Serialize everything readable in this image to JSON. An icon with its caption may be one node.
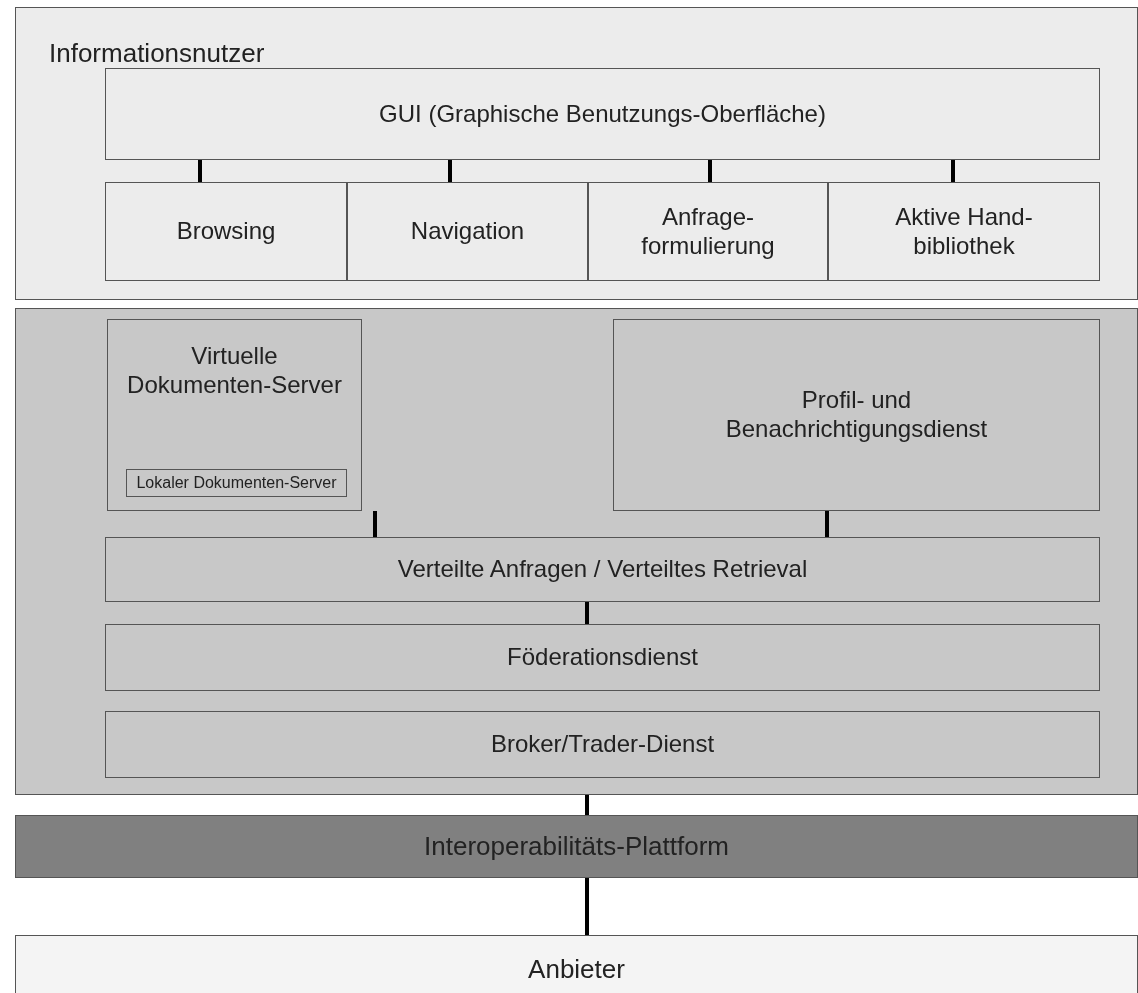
{
  "diagram": {
    "nodes": [
      {
        "text": [
          "Informationsnutzer"
        ]
      },
      {
        "text": [
          "GUI (Graphische Benutzungs-Oberfläche)"
        ],
        "in": 0
      },
      {
        "text": [
          "Browsing"
        ],
        "in": 0
      },
      {
        "text": [
          "Navigation"
        ],
        "in": 0
      },
      {
        "text": [
          "Anfrage- formulierung"
        ],
        "in": 0
      },
      {
        "text": [
          "Aktive Hand- bibliothek"
        ],
        "in": 0
      },
      {
        "text": [],
        "shape": "box"
      },
      {
        "text": [
          "Virtuelle Dokumenten-Server"
        ],
        "in": 6
      },
      {
        "text": [
          "Lokaler Dokumenten-Server"
        ],
        "in": 7
      },
      {
        "text": [
          "Profil- und Benachrichtigungsdienst"
        ],
        "in": 6
      },
      {
        "text": [
          "Verteilte Anfragen / Verteiltes Retrieval"
        ],
        "in": 6
      },
      {
        "text": [
          "Föderationsdienst"
        ],
        "in": 6
      },
      {
        "text": [
          "Broker/Trader-Dienst"
        ],
        "in": 6
      },
      {
        "text": [
          "Interoperabilitäts-Plattform"
        ]
      },
      {
        "text": [
          "Anbieter"
        ]
      }
    ],
    "edges": [
      {
        "from": 1,
        "to": 2,
        "arrow": "none"
      },
      {
        "from": 1,
        "to": 3,
        "arrow": "none"
      },
      {
        "from": 1,
        "to": 4,
        "arrow": "none"
      },
      {
        "from": 1,
        "to": 5,
        "arrow": "none"
      },
      {
        "from": 7,
        "to": 10,
        "arrow": "none"
      },
      {
        "from": 9,
        "to": 10,
        "arrow": "none"
      },
      {
        "from": 10,
        "to": 11,
        "arrow": "none"
      },
      {
        "from": 6,
        "to": 13,
        "arrow": "none"
      },
      {
        "from": 13,
        "to": 14,
        "arrow": "none"
      }
    ]
  }
}
